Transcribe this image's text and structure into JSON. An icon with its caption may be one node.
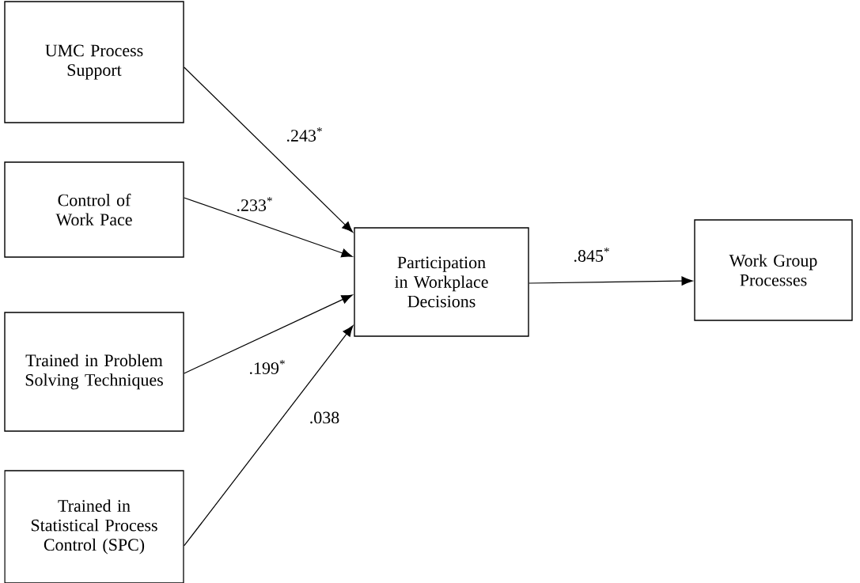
{
  "diagram": {
    "nodes": [
      {
        "text": [
          "UMC Process Support"
        ]
      },
      {
        "text": [
          "Control of Work Pace"
        ]
      },
      {
        "text": [
          "Trained in Problem Solving Techniques"
        ]
      },
      {
        "text": [
          "Trained in Statistical Process Control (SPC)"
        ]
      },
      {
        "text": [
          "Participation in Workplace Decisions"
        ]
      },
      {
        "text": [
          "Work Group Processes"
        ]
      }
    ],
    "edges": [
      {
        "from": 0,
        "to": 4,
        "arrow": "to",
        "label": ".243$^{*}$"
      },
      {
        "from": 1,
        "to": 4,
        "arrow": "to",
        "label": ".233$^{*}$"
      },
      {
        "from": 2,
        "to": 4,
        "arrow": "to",
        "label": ".199$^{*}$"
      },
      {
        "from": 3,
        "to": 4,
        "arrow": "to",
        "label": ".038"
      },
      {
        "from": 4,
        "to": 5,
        "arrow": "to",
        "label": ".845$^{*}$"
      }
    ]
  }
}
